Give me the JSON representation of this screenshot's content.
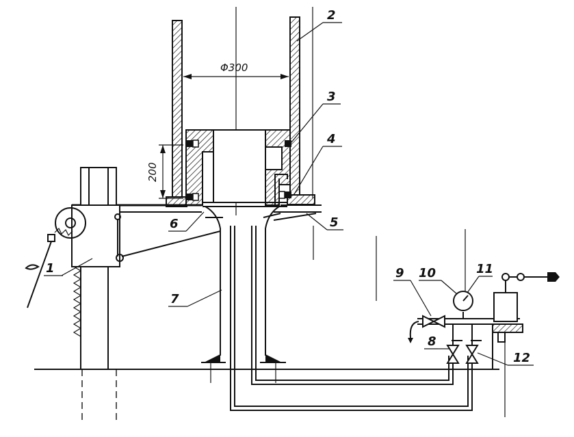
{
  "dimensions": {
    "diameter": "Φ300",
    "height": "200"
  },
  "callouts": [
    "1",
    "2",
    "3",
    "4",
    "5",
    "6",
    "7",
    "8",
    "9",
    "10",
    "11",
    "12"
  ]
}
